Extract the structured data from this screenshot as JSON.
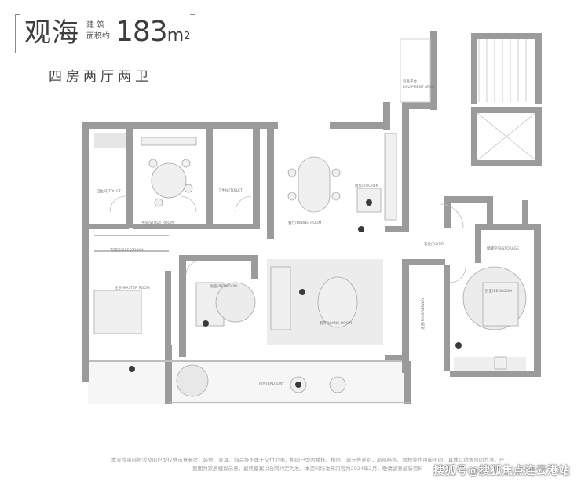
{
  "header": {
    "view_label": "观海",
    "area_label_line1": "建 筑",
    "area_label_line2": "面积约",
    "area_value": "183",
    "area_unit": "m",
    "area_exp": "2",
    "layout_type": "四房两厅两卫"
  },
  "rooms": {
    "equipment_platform": "设备平台",
    "equipment_platform_en": "EQUIPMENT AREA",
    "bathroom_left": "卫生间/TOILET",
    "study": "书房/STUDY ROOM",
    "bathroom_mid": "卫生间/TOILET",
    "dining": "餐厅/DINING ROOM",
    "kitchen": "厨房/KITCHEN",
    "cloakroom_left": "衣帽间/DRESSROOM",
    "master_bedroom": "主卧/MASTER ROOM",
    "bedroom_mid": "卧室/BEDROOM",
    "living": "客厅/LIVING ROOM",
    "foyer": "玄关/FOYER",
    "cloakroom_right": "储藏空间/STORAGE",
    "corridor": "走道/PASSAGEWAY",
    "bedroom_right": "卧室/BEDROOM",
    "balcony": "阳台/BALCONY"
  },
  "footer": {
    "note_line1": "本宣传资料所涉及的户型仅供示意参考，装修、家具、饰品等不属于交付范围，相同户型因楼栋、楼层、单元等差别，局部结构、面积等也可能不同，具体以销售合同为准。户",
    "note_line2": "型图为家居模拟示意，最终备案以合同约定为准。本资料所发布内容为2024年2月，敬请留意最新资料"
  },
  "watermark": "搜狐号@搜狐焦点连云港站",
  "colors": {
    "wall": "#9b9b9b",
    "wall_light": "#c8c8c8",
    "floor_tint": "#eeeeee",
    "text": "#4a4a4a"
  }
}
